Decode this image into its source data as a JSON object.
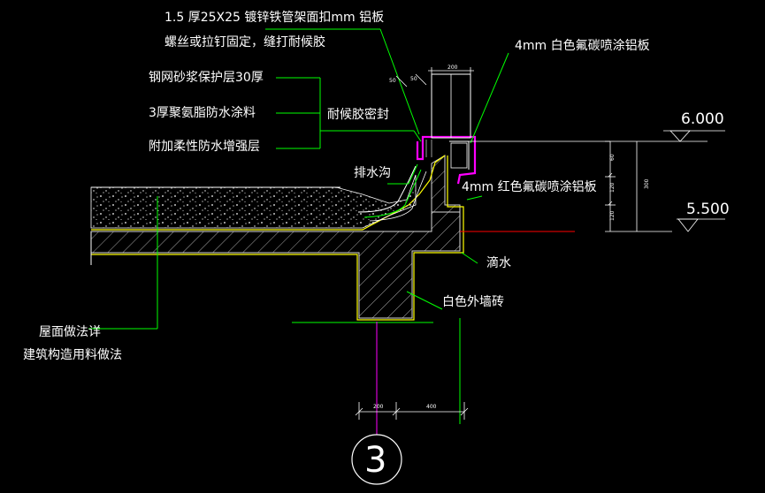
{
  "labels": {
    "top_note_1": "1.5  厚25X25   镀锌铁管架面扣mm   铝板",
    "top_note_2": "螺丝或拉钉固定，缝打耐候胶",
    "white_panel": "4mm   白色氟碳喷涂铝板",
    "layer_1": "钢网砂浆保护层30厚",
    "layer_2": "3厚聚氨脂防水涂料",
    "layer_3": "附加柔性防水增强层",
    "sealant": "耐候胶密封",
    "gutter": "排水沟",
    "red_panel": "4mm   红色氟碳喷涂铝板",
    "drip": "滴水",
    "tile": "白色外墙砖",
    "roof_note_1": "屋面做法详",
    "roof_note_2": "建筑构造用料做法"
  },
  "elevations": {
    "upper": "6.000",
    "lower": "5.500"
  },
  "dimensions": {
    "top_width": "200",
    "bottom_left": "200",
    "bottom_right": "400",
    "vert_1": "60",
    "vert_2": "120",
    "vert_3": "120",
    "vert_total": "300",
    "slope_1": "50",
    "slope_2": "50"
  },
  "detail_number": "3",
  "colors": {
    "background": "#000000",
    "leader_green": "#00ff00",
    "structure_yellow": "#ffff00",
    "aluminum_magenta": "#ff00ff",
    "datum_red": "#ff0000",
    "text_white": "#ffffff"
  }
}
